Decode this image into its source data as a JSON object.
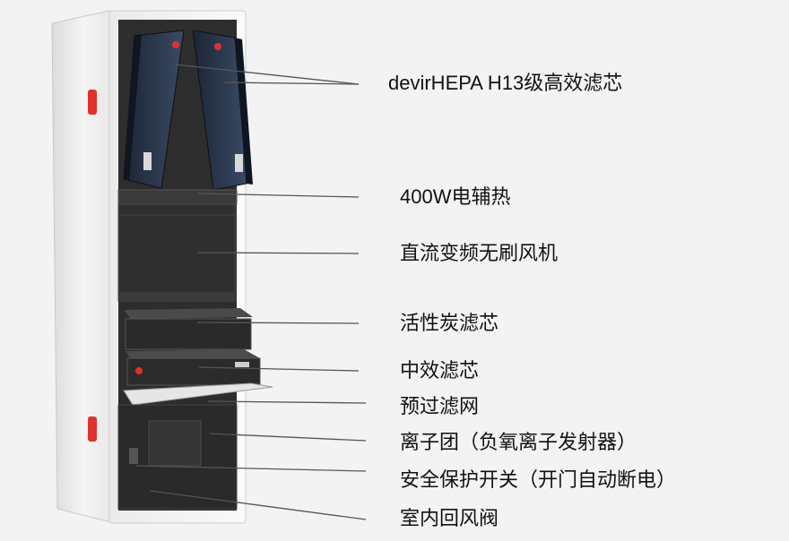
{
  "labels": [
    {
      "id": "hepa",
      "text": "devirHEPA H13级高效滤芯"
    },
    {
      "id": "heater",
      "text": "400W电辅热"
    },
    {
      "id": "fan",
      "text": "直流变频无刷风机"
    },
    {
      "id": "carbon",
      "text": "活性炭滤芯"
    },
    {
      "id": "medium",
      "text": "中效滤芯"
    },
    {
      "id": "prefilter",
      "text": "预过滤网"
    },
    {
      "id": "ion",
      "text": "离子团（负氧离子发射器）"
    },
    {
      "id": "switch",
      "text": "安全保护开关（开门自动断电）"
    },
    {
      "id": "valve",
      "text": "室内回风阀"
    }
  ],
  "colors": {
    "background": "#f3f3f3",
    "cabinet": "#f7f7f7",
    "interior": "#2b2b2b",
    "accent": "#e0322c",
    "leader": "#555555"
  }
}
